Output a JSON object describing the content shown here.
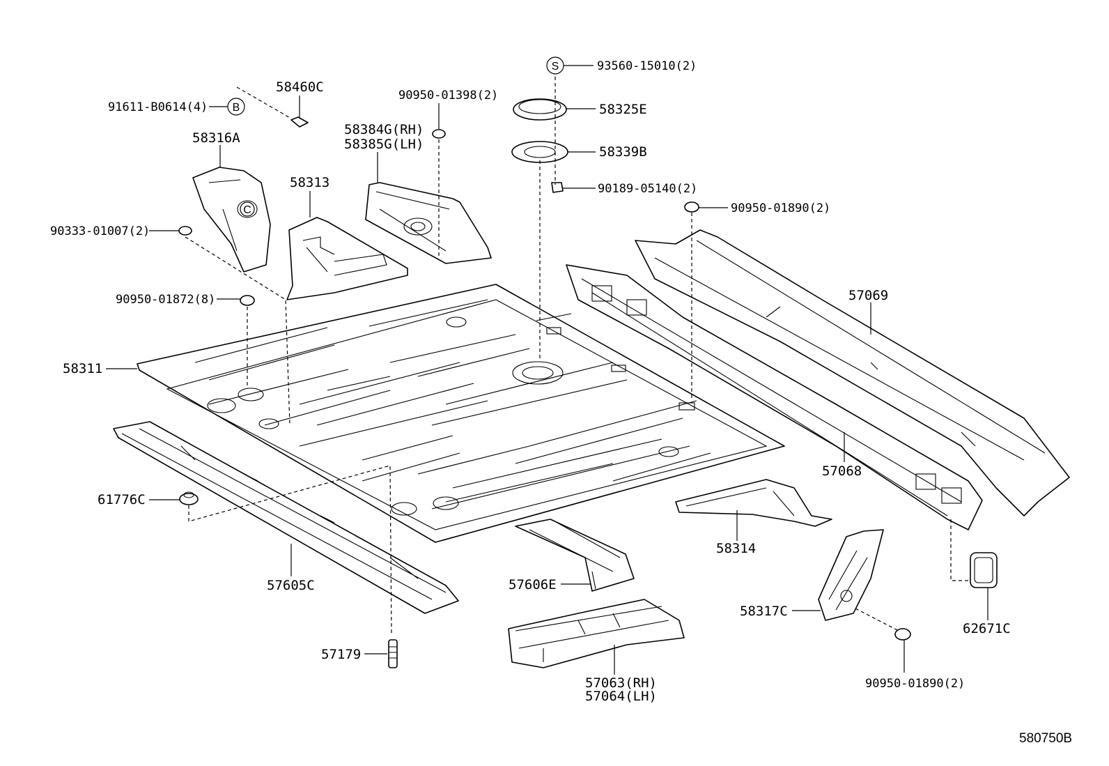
{
  "labels": {
    "p93560": "93560-15010(2)",
    "p58325E": "58325E",
    "p58339B": "58339B",
    "p90189": "90189-05140(2)",
    "p90950_1890_top": "90950-01890(2)",
    "p58460C": "58460C",
    "p91611": "91611-B0614(4)",
    "p58316A": "58316A",
    "p90950_1398": "90950-01398(2)",
    "p58384G": "58384G(RH)",
    "p58385G": "58385G(LH)",
    "p58313": "58313",
    "p90333": "90333-01007(2)",
    "p90950_1872": "90950-01872(8)",
    "p58311": "58311",
    "p57069": "57069",
    "p57068": "57068",
    "p61776C": "61776C",
    "p58314": "58314",
    "p57605C": "57605C",
    "p57606E": "57606E",
    "p58317C": "58317C",
    "p62671C": "62671C",
    "p57179": "57179",
    "p57063": "57063(RH)",
    "p57064": "57064(LH)",
    "p90950_1890_bot": "90950-01890(2)"
  },
  "symbols": {
    "s_mark": "S",
    "b_mark": "B",
    "c_mark": "C"
  },
  "diagram_code": "580750B"
}
